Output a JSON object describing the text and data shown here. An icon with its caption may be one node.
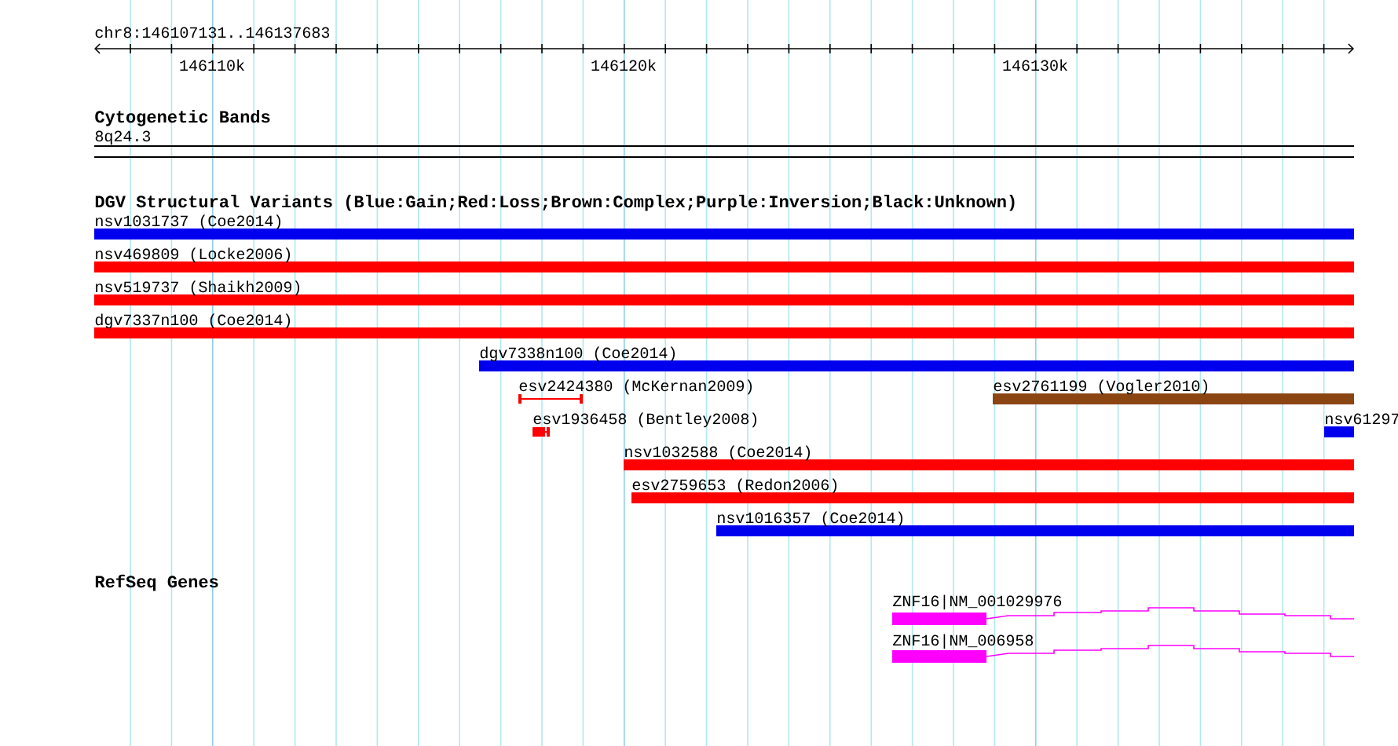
{
  "diagram": {
    "nodes": [
      {
        "text": [
          "nsv1031737 (Coe2014)"
        ]
      },
      {
        "text": [
          "nsv469809 (Locke2006)"
        ]
      },
      {
        "text": [
          "nsv519737 (Shaikh2009)"
        ]
      },
      {
        "text": [
          "dgv7337n100 (Coe2014)"
        ]
      },
      {
        "text": [
          "dgv7338n100 (Coe2014)"
        ]
      },
      {
        "text": [
          "esv2424380 (McKernan2009)"
        ]
      },
      {
        "text": [
          "esv2761199 (Vogler2010)"
        ]
      },
      {
        "text": [
          "esv1936458 (Bentley2008)"
        ]
      },
      {
        "text": [
          "nsv61297"
        ]
      },
      {
        "text": [
          "nsv1032588 (Coe2014)"
        ]
      },
      {
        "text": [
          "esv2759653 (Redon2006)"
        ]
      },
      {
        "text": [
          "nsv1016357 (Coe2014)"
        ]
      },
      {
        "text": [
          "ZNF16|NM_001029976"
        ]
      },
      {
        "text": [
          "ZNF16|NM_006958"
        ]
      }
    ],
    "labels": [
      "chr8:146107131..146137683",
      "146110k",
      "146120k",
      "146130k",
      "Cytogenetic Bands",
      "8q24.3",
      "DGV Structural Variants (Blue:Gain;Red:Loss;Brown:Complex;Purple:Inversion;Black:Unknown)",
      "RefSeq Genes"
    ]
  }
}
